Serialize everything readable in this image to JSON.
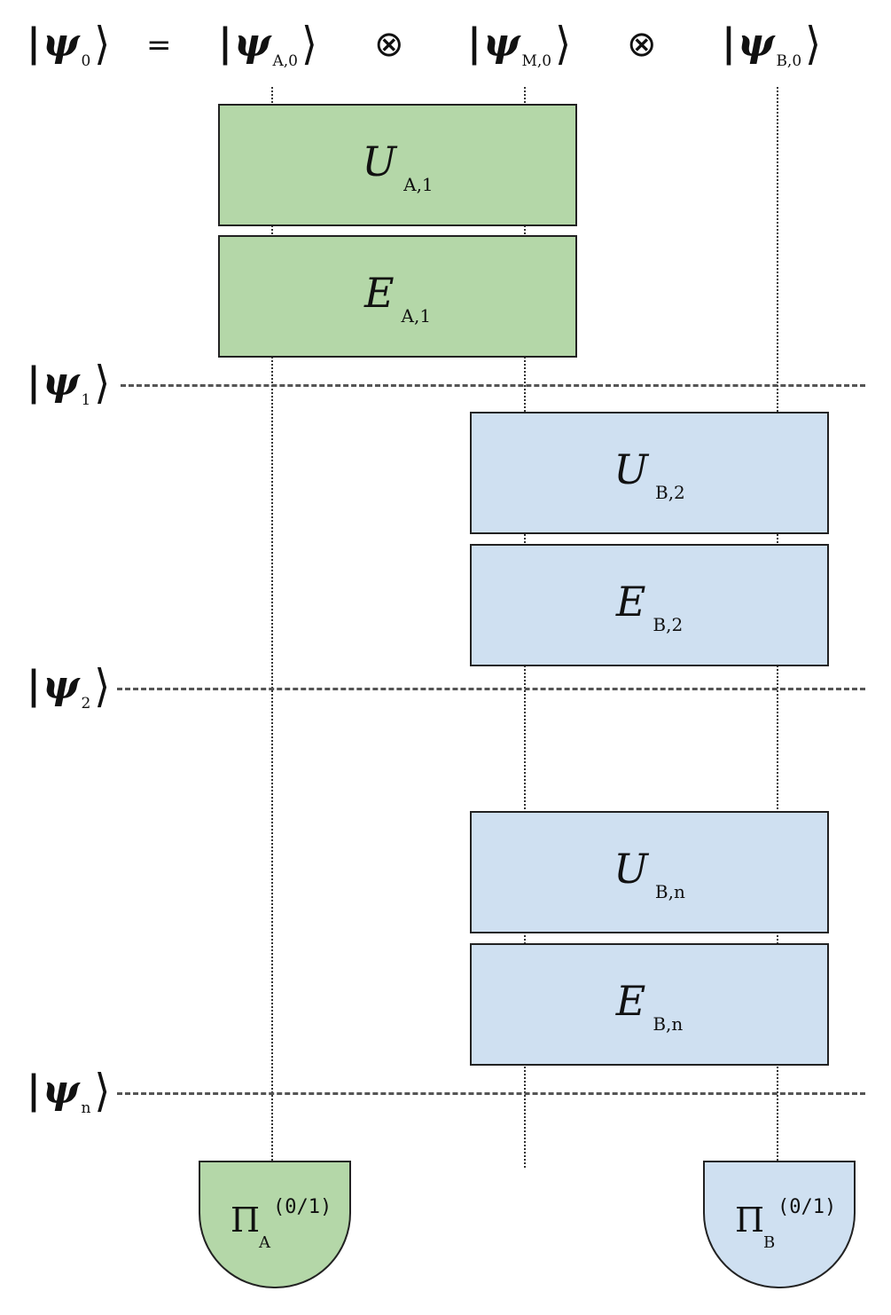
{
  "header": {
    "total_state": {
      "symbol": "ψ",
      "sub": "0"
    },
    "equals": "=",
    "tensor": "⊗",
    "subsystems": [
      {
        "symbol": "ψ",
        "sub": "A,0"
      },
      {
        "symbol": "ψ",
        "sub": "M,0"
      },
      {
        "symbol": "ψ",
        "sub": "B,0"
      }
    ]
  },
  "ket_bar": "|",
  "ket_rangle": "⟩",
  "steps": [
    {
      "symbol": "ψ",
      "sub": "1"
    },
    {
      "symbol": "ψ",
      "sub": "2"
    },
    {
      "symbol": "ψ",
      "sub": "n"
    }
  ],
  "operators": [
    {
      "symbol": "U",
      "sub": "A,1",
      "color": "#b4d7a8"
    },
    {
      "symbol": "E",
      "sub": "A,1",
      "color": "#b4d7a8"
    },
    {
      "symbol": "U",
      "sub": "B,2",
      "color": "#cfe0f1"
    },
    {
      "symbol": "E",
      "sub": "B,2",
      "color": "#cfe0f1"
    },
    {
      "symbol": "U",
      "sub": "B,n",
      "color": "#cfe0f1"
    },
    {
      "symbol": "E",
      "sub": "B,n",
      "color": "#cfe0f1"
    }
  ],
  "measurements": [
    {
      "symbol": "Π",
      "sub": "A",
      "sup": "(0/1)",
      "color": "#b4d7a8"
    },
    {
      "symbol": "Π",
      "sub": "B",
      "sup": "(0/1)",
      "color": "#cfe0f1"
    }
  ]
}
